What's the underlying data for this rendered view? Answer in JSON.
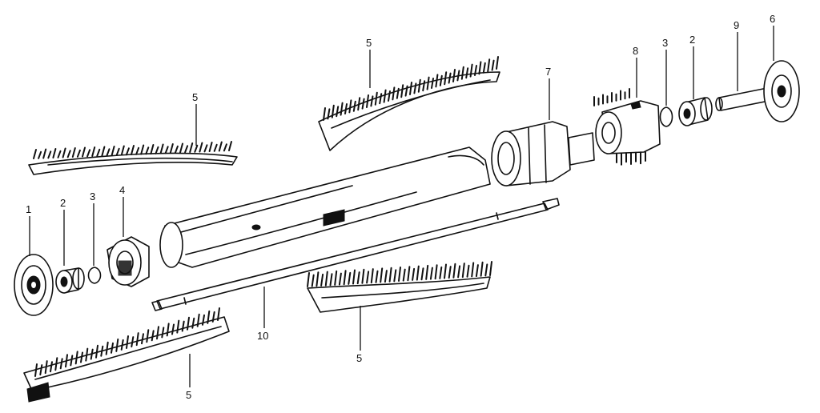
{
  "callouts": [
    {
      "id": "c1",
      "text": "1"
    },
    {
      "id": "c2a",
      "text": "2"
    },
    {
      "id": "c3a",
      "text": "3"
    },
    {
      "id": "c4",
      "text": "4"
    },
    {
      "id": "c5a",
      "text": "5"
    },
    {
      "id": "c5b",
      "text": "5"
    },
    {
      "id": "c7",
      "text": "7"
    },
    {
      "id": "c8",
      "text": "8"
    },
    {
      "id": "c3b",
      "text": "3"
    },
    {
      "id": "c2b",
      "text": "2"
    },
    {
      "id": "c9",
      "text": "9"
    },
    {
      "id": "c6",
      "text": "6"
    },
    {
      "id": "c10",
      "text": "10"
    },
    {
      "id": "c5c",
      "text": "5"
    },
    {
      "id": "c5d",
      "text": "5"
    }
  ]
}
